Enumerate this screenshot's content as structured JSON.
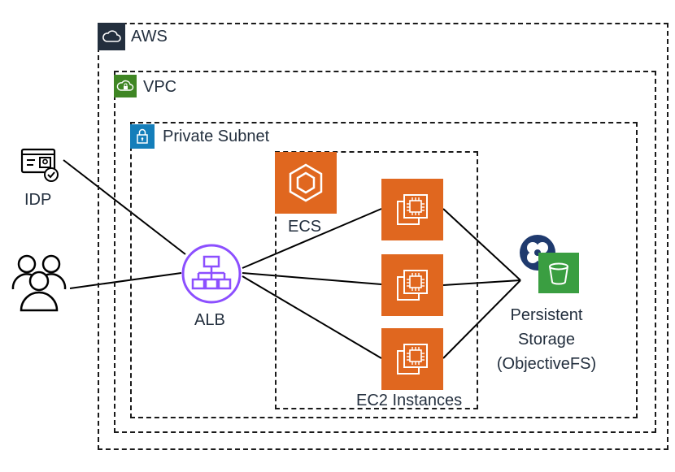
{
  "groups": {
    "aws": "AWS",
    "vpc": "VPC",
    "private_subnet": "Private Subnet"
  },
  "nodes": {
    "idp": "IDP",
    "alb": "ALB",
    "ecs": "ECS",
    "ec2": "EC2 Instances",
    "storage_line1": "Persistent",
    "storage_line2": "Storage",
    "storage_line3": "(ObjectiveFS)"
  },
  "colors": {
    "aws_badge": "#232f3e",
    "vpc_badge": "#3f8624",
    "subnet_badge": "#147eba",
    "compute_orange": "#e0671f",
    "s3_green": "#3a9e41",
    "alb_purple": "#8c4fff",
    "objectivefs_navy": "#1f3a6e"
  },
  "icons": {
    "aws": "cloud-icon",
    "vpc": "cloud-lock-icon",
    "subnet": "padlock-icon",
    "idp": "id-card-icon",
    "users": "users-icon",
    "alb": "load-balancer-icon",
    "ecs": "ecs-icon",
    "ec2": "ec2-chip-icon",
    "s3": "s3-bucket-icon",
    "objectivefs": "objectivefs-icon"
  }
}
